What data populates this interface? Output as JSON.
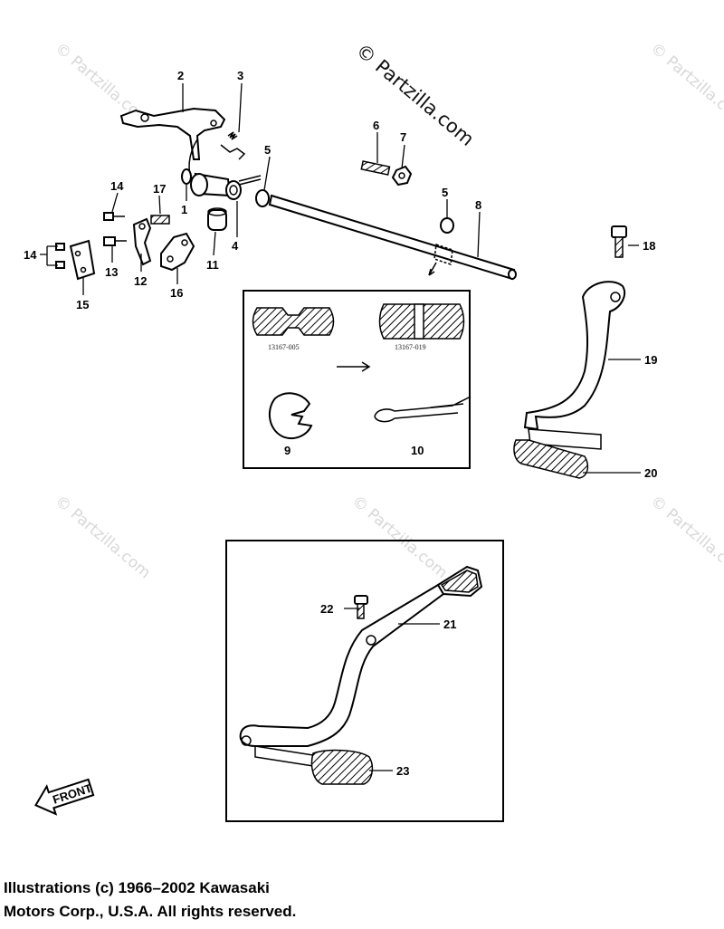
{
  "watermarks": {
    "main": "© Partzilla.com",
    "faint": "© Partzilla.com"
  },
  "callouts": {
    "c1": "1",
    "c2": "2",
    "c3": "3",
    "c4": "4",
    "c5a": "5",
    "c5b": "5",
    "c6": "6",
    "c7": "7",
    "c8": "8",
    "c9": "9",
    "c10": "10",
    "c11": "11",
    "c12": "12",
    "c13": "13",
    "c14a": "14",
    "c14b": "14",
    "c15": "15",
    "c16": "16",
    "c17": "17",
    "c18": "18",
    "c19": "19",
    "c20": "20",
    "c21": "21",
    "c22": "22",
    "c23": "23"
  },
  "inset": {
    "part_no_left": "13167-005",
    "part_no_right": "13167-019"
  },
  "front_label": "FRONT",
  "copyright": {
    "line1": "Illustrations (c) 1966–2002 Kawasaki",
    "line2": "Motors Corp., U.S.A.  All rights reserved."
  }
}
